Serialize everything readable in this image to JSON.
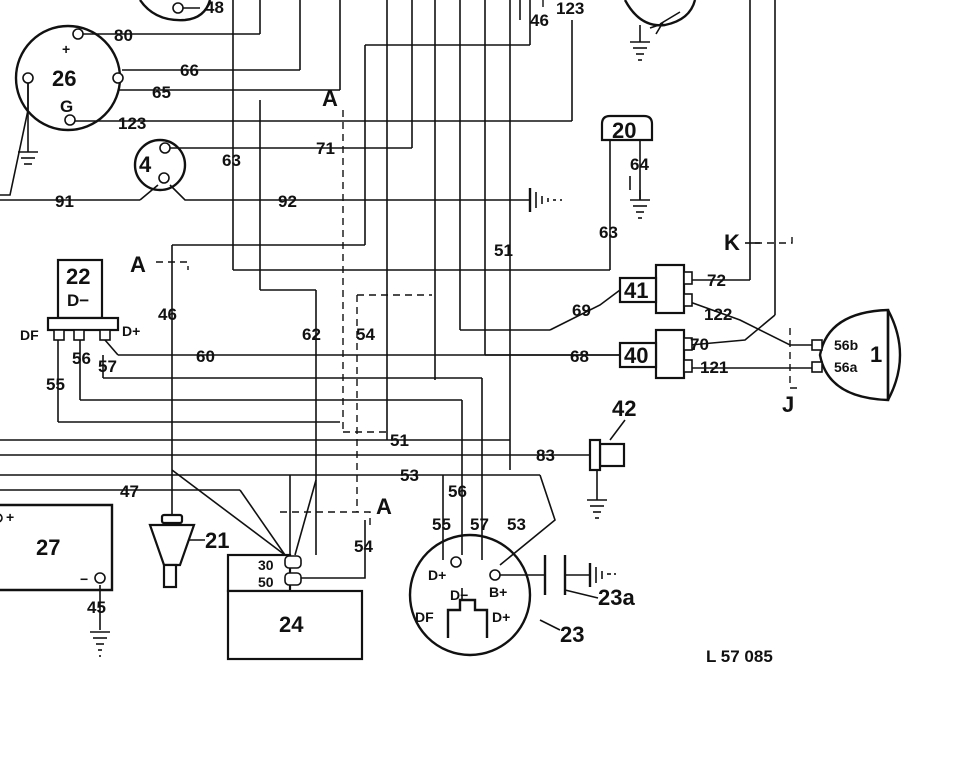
{
  "diagram": {
    "reference_code": "L 57 085",
    "markers": [
      "A",
      "A",
      "A",
      "K",
      "J"
    ],
    "wire_numbers": {
      "w80": "80",
      "w66": "66",
      "w65": "65",
      "w123a": "123",
      "w123b": "123",
      "w48": "48",
      "w46a": "46",
      "w63a": "63",
      "w71": "71",
      "w91": "91",
      "w92": "92",
      "w64": "64",
      "w63b": "63",
      "w51a": "51",
      "w72": "72",
      "w69": "69",
      "w122": "122",
      "w68": "68",
      "w70": "70",
      "w121": "121",
      "w46b": "46",
      "w62": "62",
      "w54a": "54",
      "w60": "60",
      "w56a": "56",
      "w57a": "57",
      "w55a": "55",
      "w51b": "51",
      "w83": "83",
      "w53a": "53",
      "w47": "47",
      "w56b": "56",
      "w55b": "55",
      "w57b": "57",
      "w53b": "53",
      "w54b": "54",
      "w45": "45"
    },
    "components": {
      "c26": {
        "number": "26",
        "plus": "+",
        "g": "G"
      },
      "c4": {
        "number": "4"
      },
      "c20": {
        "number": "20"
      },
      "c22": {
        "number": "22",
        "dminus": "D−",
        "df": "DF",
        "dplus": "D+"
      },
      "c41": {
        "number": "41"
      },
      "c40": {
        "number": "40"
      },
      "c1": {
        "number": "1",
        "t56b": "56b",
        "t56a": "56a"
      },
      "c42": {
        "number": "42"
      },
      "c27": {
        "number": "27",
        "plus": "+",
        "minus": "−"
      },
      "c21": {
        "number": "21"
      },
      "c24": {
        "number": "24",
        "t30": "30",
        "t50": "50"
      },
      "c23": {
        "number": "23",
        "dplus": "D+",
        "dminus": "D−",
        "bplus": "B+",
        "df": "DF",
        "dplus2": "D+"
      },
      "c23a": {
        "number": "23a"
      }
    }
  }
}
